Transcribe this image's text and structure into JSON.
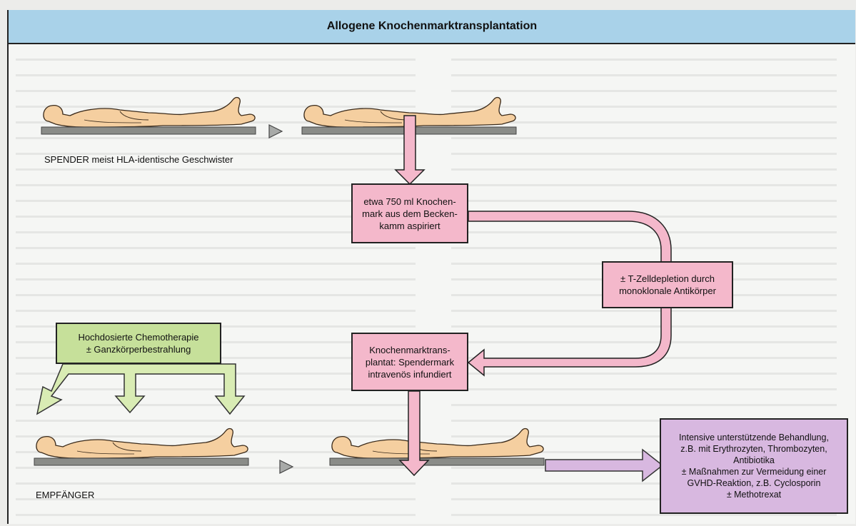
{
  "title": "Allogene Knochenmarktransplantation",
  "donor_label": "SPENDER meist HLA-identische Geschwister",
  "recipient_label": "EMPFÄNGER",
  "steps": {
    "aspiration": "etwa 750 ml Knochen-\nmark aus dem Becken-\nkamm aspiriert",
    "depletion": "± T-Zelldepletion durch\nmonoklonale Antikörper",
    "transplant": "Knochenmarktrans-\nplantat: Spendermark\nintravenös infundiert",
    "conditioning": "Hochdosierte Chemotherapie\n± Ganzkörperbestrahlung",
    "support": "Intensive unterstützende Behandlung,\nz.B. mit Erythrozyten, Thrombozyten,\nAntibiotika\n± Maßnahmen zur Vermeidung einer\nGVHD-Reaktion, z.B. Cyclosporin\n± Methotrexat"
  },
  "colors": {
    "header": "#a9d2e9",
    "pink_box": "#f4b8cb",
    "green_box": "#c6e09a",
    "purple_box": "#d8b8e0",
    "skin": "#f5cfa0",
    "bed": "#8a8c88"
  }
}
